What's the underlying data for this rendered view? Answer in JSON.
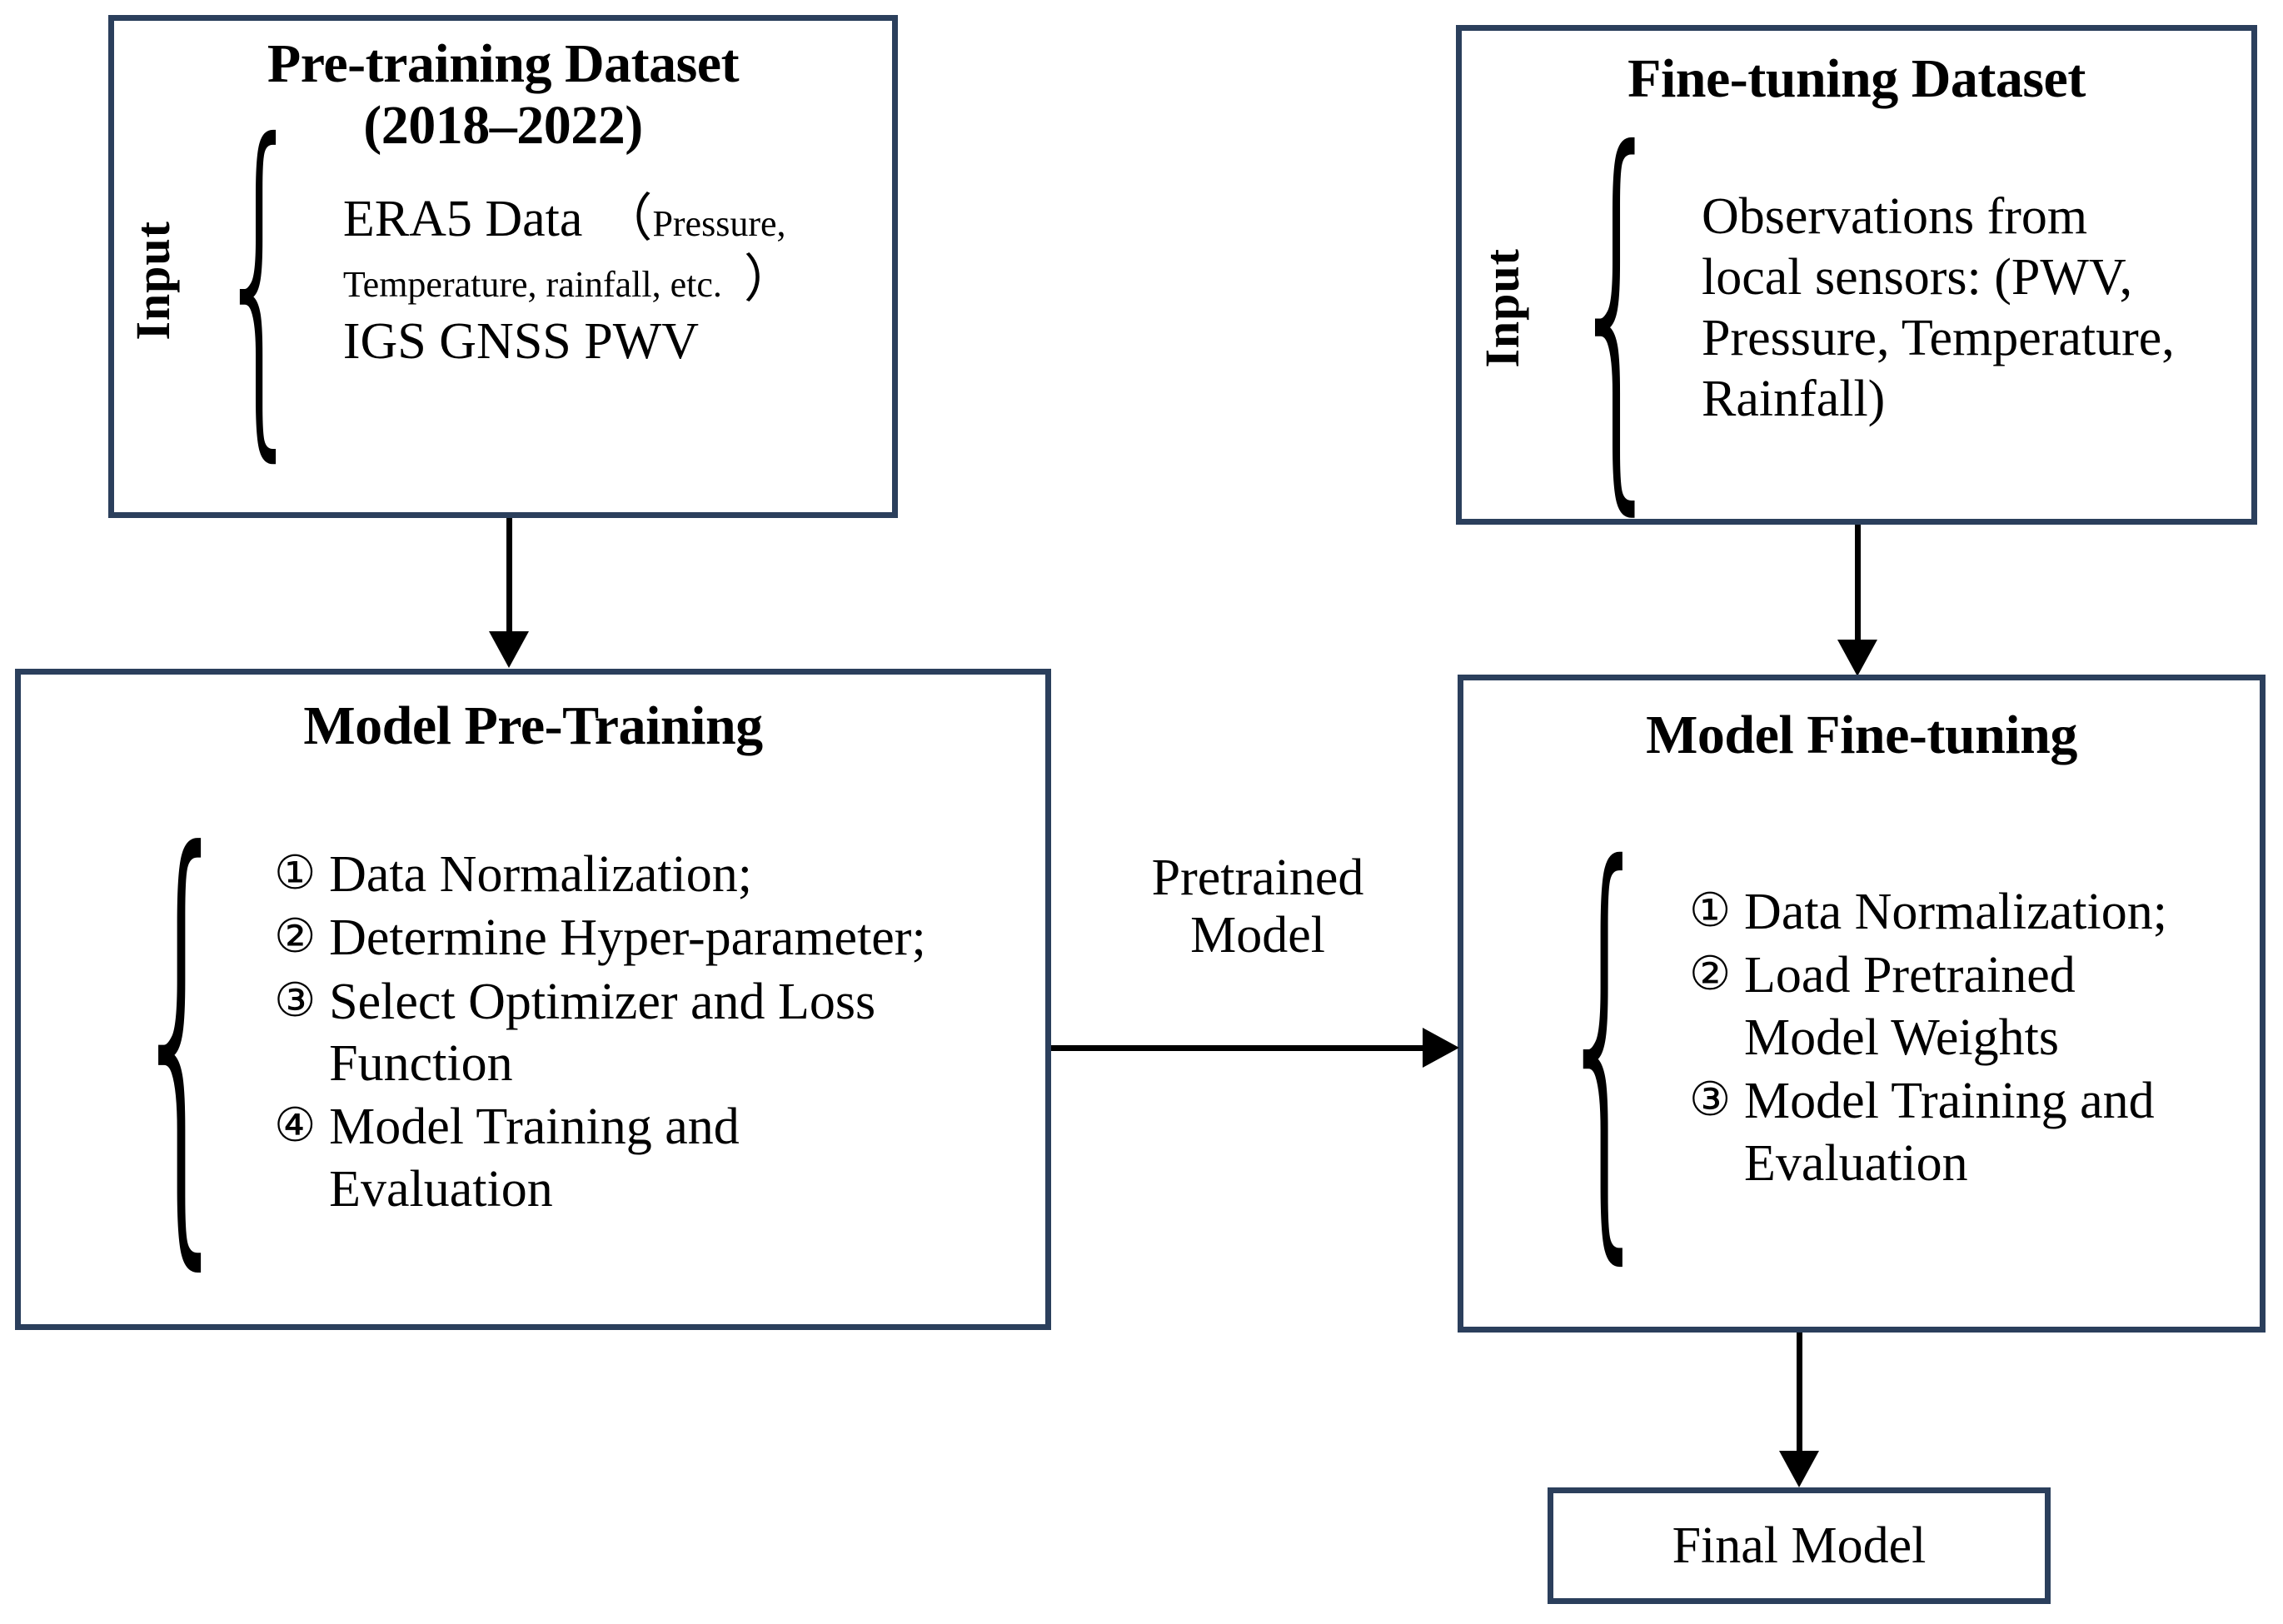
{
  "theme": {
    "box_border_color": "#2b3f5c",
    "arrow_color": "#000000",
    "background": "#ffffff",
    "text_color": "#000000"
  },
  "diagram": {
    "type": "flowchart",
    "title": "Pre-training and Fine-tuning Workflow"
  },
  "pretraining_dataset": {
    "title_line1": "Pre-training Dataset",
    "title_line2": "(2018–2022)",
    "input_label": "Input",
    "brace_glyph": "{",
    "items": [
      {
        "main": "ERA5 Data",
        "paren_open": "（",
        "paren_small_1": "Pressure,",
        "paren_small_2": "Temperature, rainfall, etc.",
        "paren_close": "）"
      },
      {
        "main": "IGS GNSS PWV"
      }
    ]
  },
  "finetuning_dataset": {
    "title": "Fine-tuning Dataset",
    "input_label": "Input",
    "brace_glyph": "{",
    "lines": [
      "Observations from",
      "local sensors: (PWV,",
      "Pressure, Temperature,",
      "Rainfall)"
    ]
  },
  "model_pretraining": {
    "title": "Model Pre-Training",
    "brace_glyph": "{",
    "steps": [
      {
        "marker": "①",
        "text": "Data Normalization;"
      },
      {
        "marker": "②",
        "text": "Determine Hyper-parameter;"
      },
      {
        "marker": "③",
        "text": "Select Optimizer and Loss Function"
      },
      {
        "marker": "④",
        "text": "Model Training and Evaluation"
      }
    ]
  },
  "model_finetuning": {
    "title": "Model Fine-tuning",
    "brace_glyph": "{",
    "steps": [
      {
        "marker": "①",
        "text": "Data Normalization;"
      },
      {
        "marker": "②",
        "text": "Load Pretrained Model Weights"
      },
      {
        "marker": "③",
        "text": "Model Training and Evaluation"
      }
    ]
  },
  "final_model": {
    "label": "Final Model"
  },
  "edges": {
    "pretrain_dataset_to_pretrain": {
      "label": ""
    },
    "finetune_dataset_to_finetune": {
      "label": ""
    },
    "pretrain_to_finetune": {
      "label_line1": "Pretrained",
      "label_line2": "Model"
    },
    "finetune_to_final": {
      "label": ""
    }
  }
}
